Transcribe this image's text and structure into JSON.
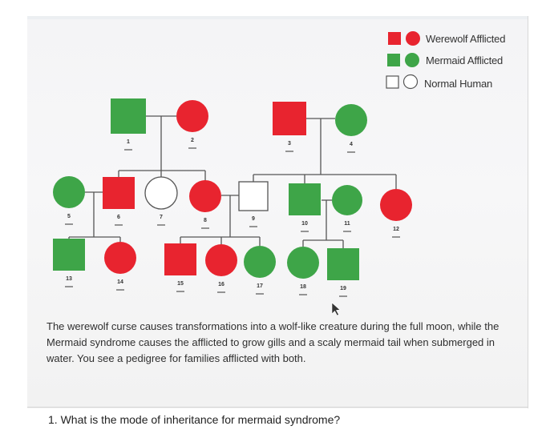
{
  "colors": {
    "werewolf": "#e8242f",
    "mermaid": "#3ea548",
    "normal_stroke": "#555555",
    "line": "#555555"
  },
  "legend": {
    "werewolf_label": "Werewolf Afflicted",
    "mermaid_label": "Mermaid  Afflicted",
    "normal_label": "Normal Human"
  },
  "pedigree": {
    "individuals": [
      {
        "id": "1",
        "sex": "male",
        "status": "mermaid"
      },
      {
        "id": "2",
        "sex": "female",
        "status": "werewolf"
      },
      {
        "id": "3",
        "sex": "male",
        "status": "werewolf"
      },
      {
        "id": "4",
        "sex": "female",
        "status": "mermaid"
      },
      {
        "id": "5",
        "sex": "female",
        "status": "mermaid"
      },
      {
        "id": "6",
        "sex": "male",
        "status": "werewolf"
      },
      {
        "id": "7",
        "sex": "female",
        "status": "normal"
      },
      {
        "id": "8",
        "sex": "female",
        "status": "werewolf"
      },
      {
        "id": "9",
        "sex": "male",
        "status": "normal"
      },
      {
        "id": "10",
        "sex": "male",
        "status": "mermaid"
      },
      {
        "id": "11",
        "sex": "female",
        "status": "mermaid"
      },
      {
        "id": "12",
        "sex": "female",
        "status": "werewolf"
      },
      {
        "id": "13",
        "sex": "male",
        "status": "mermaid"
      },
      {
        "id": "14",
        "sex": "female",
        "status": "werewolf"
      },
      {
        "id": "15",
        "sex": "male",
        "status": "werewolf"
      },
      {
        "id": "16",
        "sex": "female",
        "status": "werewolf"
      },
      {
        "id": "17",
        "sex": "female",
        "status": "mermaid"
      },
      {
        "id": "18",
        "sex": "female",
        "status": "mermaid"
      },
      {
        "id": "19",
        "sex": "male",
        "status": "mermaid"
      }
    ]
  },
  "description": "The werewolf curse causes transformations into a wolf-like creature during the full moon, while the Mermaid syndrome causes the afflicted to grow gills and a scaly mermaid tail when submerged in water. You see a pedigree for families afflicted with both.",
  "question": "1.  What is the mode of inheritance for mermaid syndrome?"
}
